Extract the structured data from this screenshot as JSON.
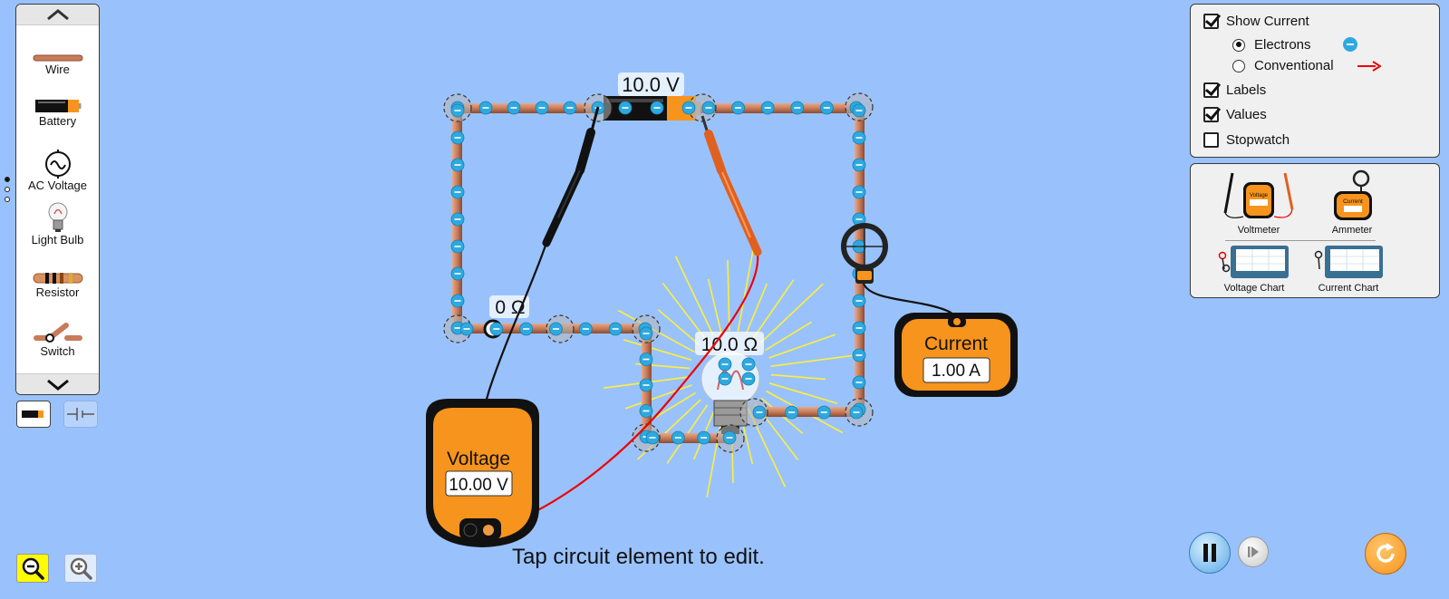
{
  "toolbox": {
    "items": [
      {
        "label": "Wire"
      },
      {
        "label": "Battery"
      },
      {
        "label": "AC Voltage"
      },
      {
        "label": "Light Bulb"
      },
      {
        "label": "Resistor"
      },
      {
        "label": "Switch"
      }
    ]
  },
  "options": {
    "show_current": "Show Current",
    "electrons": "Electrons",
    "conventional": "Conventional",
    "labels": "Labels",
    "values": "Values",
    "stopwatch": "Stopwatch",
    "show_current_checked": true,
    "electrons_selected": true,
    "labels_checked": true,
    "values_checked": true,
    "stopwatch_checked": false
  },
  "tools": {
    "voltmeter": "Voltmeter",
    "ammeter": "Ammeter",
    "voltage_chart": "Voltage Chart",
    "current_chart": "Current Chart",
    "mini_voltmeter_text": "Voltage",
    "mini_ammeter_text": "Current"
  },
  "circuit": {
    "battery_label": "10.0 V",
    "switch_label": "0 Ω",
    "bulb_label": "10.0 Ω"
  },
  "voltmeter": {
    "title": "Voltage",
    "reading": "10.00 V"
  },
  "ammeter": {
    "title": "Current",
    "reading": "1.00 A"
  },
  "hint": "Tap circuit element to edit.",
  "colors": {
    "background": "#99c2fc",
    "wire": "#c87c5a",
    "electron": "#2ea9e0",
    "meter_orange": "#f7941d",
    "zoom_active": "#fffb00",
    "reset": "#f7941d"
  }
}
